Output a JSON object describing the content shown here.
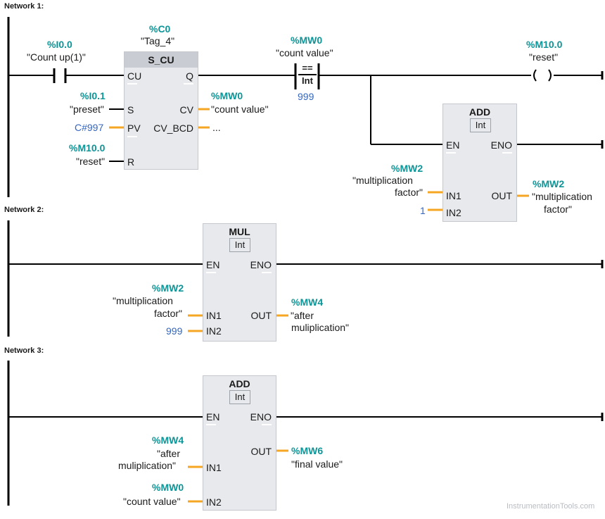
{
  "networks": [
    {
      "title": "Network 1:",
      "contact": {
        "address": "%I0.0",
        "tag": "\"Count up(1)\""
      },
      "counter": {
        "address": "%C0",
        "tag": "\"Tag_4\"",
        "name": "S_CU",
        "pins": {
          "cu": "CU",
          "q": "Q",
          "s": "S",
          "cv": "CV",
          "pv": "PV",
          "cv_bcd": "CV_BCD",
          "r": "R"
        },
        "s_address": "%I0.1",
        "s_tag": "\"preset\"",
        "pv_value": "C#997",
        "r_address": "%M10.0",
        "r_tag": "\"reset\"",
        "cv_address": "%MW0",
        "cv_tag": "\"count value\"",
        "cv_bcd_value": "..."
      },
      "compare": {
        "address": "%MW0",
        "tag": "\"count value\"",
        "op": "==",
        "type": "Int",
        "value": "999"
      },
      "coil": {
        "address": "%M10.0",
        "tag": "\"reset\""
      },
      "add": {
        "name": "ADD",
        "type": "Int",
        "pins": {
          "en": "EN",
          "eno": "ENO",
          "in1": "IN1",
          "in2": "IN2",
          "out": "OUT"
        },
        "in1_address": "%MW2",
        "in1_tag_line1": "\"multiplication",
        "in1_tag_line2": "factor\"",
        "in2_value": "1",
        "out_address": "%MW2",
        "out_tag_line1": "\"multiplication",
        "out_tag_line2": "factor\""
      }
    },
    {
      "title": "Network 2:",
      "mul": {
        "name": "MUL",
        "type": "Int",
        "pins": {
          "en": "EN",
          "eno": "ENO",
          "in1": "IN1",
          "in2": "IN2",
          "out": "OUT"
        },
        "in1_address": "%MW2",
        "in1_tag_line1": "\"multiplication",
        "in1_tag_line2": "factor\"",
        "in2_value": "999",
        "out_address": "%MW4",
        "out_tag_line1": "\"after",
        "out_tag_line2": "muliplication\""
      }
    },
    {
      "title": "Network 3:",
      "add": {
        "name": "ADD",
        "type": "Int",
        "pins": {
          "en": "EN",
          "eno": "ENO",
          "in1": "IN1",
          "in2": "IN2",
          "out": "OUT"
        },
        "in1_address": "%MW4",
        "in1_tag_line1": "\"after",
        "in1_tag_line2": "muliplication\"",
        "in2_address": "%MW0",
        "in2_tag": "\"count value\"",
        "out_address": "%MW6",
        "out_tag": "\"final value\""
      }
    }
  ],
  "watermark": "InstrumentationTools.com",
  "colors": {
    "address": "#0e9496",
    "constant": "#3466c2",
    "connector": "#f5a623",
    "wire": "#000000"
  }
}
